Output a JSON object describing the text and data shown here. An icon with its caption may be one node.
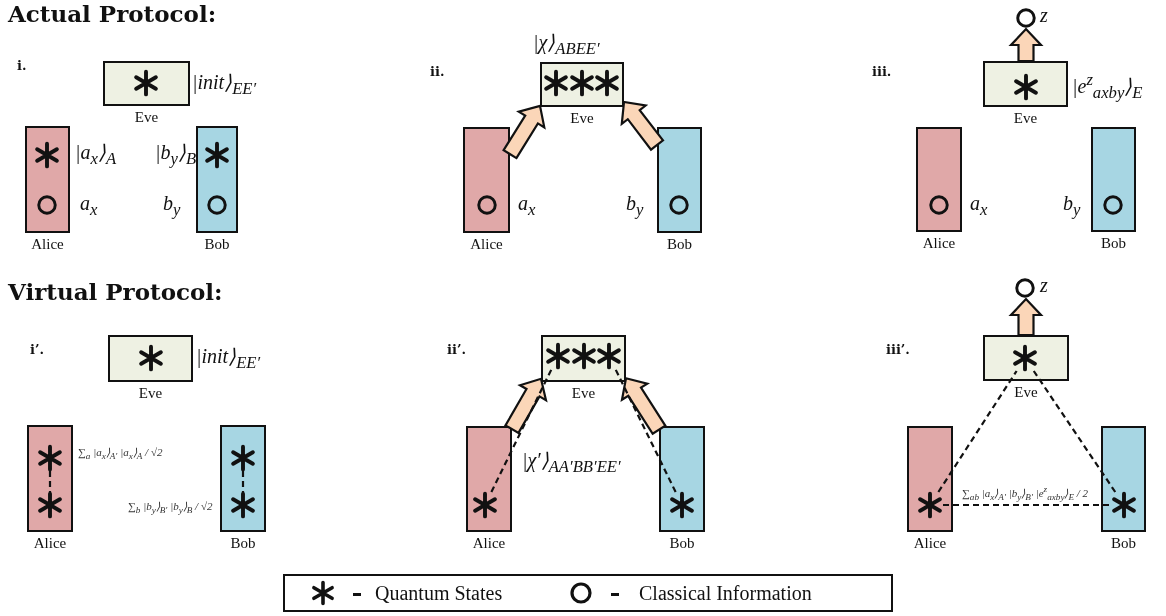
{
  "diagram": {
    "nodes": [
      {
        "text": [
          "Eve"
        ],
        "beside": [
          "|init⟩$_{EE′}$"
        ]
      },
      {
        "text": [],
        "shape": "asterisk",
        "in": 0
      },
      {
        "text": [
          "Alice"
        ]
      },
      {
        "text": [],
        "shape": "asterisk",
        "in": 2,
        "beside": [
          "|a$_{x}$⟩$_{A}$"
        ]
      },
      {
        "text": [],
        "shape": "circle",
        "in": 2,
        "beside": [
          "a$_{x}$"
        ]
      },
      {
        "text": [
          "Bob"
        ]
      },
      {
        "text": [],
        "shape": "asterisk",
        "in": 5,
        "beside": [
          "|b$_{y}$⟩$_{B}$"
        ]
      },
      {
        "text": [],
        "shape": "circle",
        "in": 5,
        "beside": [
          "b$_{y}$"
        ]
      },
      {
        "text": [
          "Eve"
        ],
        "beside": [
          "|χ⟩$_{ABEE′}$"
        ]
      },
      {
        "text": [],
        "shape": "asterisk",
        "in": 8
      },
      {
        "text": [],
        "shape": "asterisk",
        "in": 8
      },
      {
        "text": [],
        "shape": "asterisk",
        "in": 8
      },
      {
        "text": [
          "Alice"
        ]
      },
      {
        "text": [],
        "shape": "circle",
        "in": 12,
        "beside": [
          "a$_{x}$"
        ]
      },
      {
        "text": [
          "Bob"
        ]
      },
      {
        "text": [],
        "shape": "circle",
        "in": 14,
        "beside": [
          "b$_{y}$"
        ]
      },
      {
        "text": [],
        "shape": "circle",
        "beside": [
          "z"
        ]
      },
      {
        "text": [
          "Eve"
        ],
        "beside": [
          "|e$^{z}$$_{axby}$⟩$_{E}$"
        ]
      },
      {
        "text": [],
        "shape": "asterisk",
        "in": 17
      },
      {
        "text": [
          "Alice"
        ]
      },
      {
        "text": [],
        "shape": "circle",
        "in": 19,
        "beside": [
          "a$_{x}$"
        ]
      },
      {
        "text": [
          "Bob"
        ]
      },
      {
        "text": [],
        "shape": "circle",
        "in": 21,
        "beside": [
          "b$_{y}$"
        ]
      },
      {
        "text": [
          "Eve"
        ],
        "beside": [
          "|init⟩$_{EE′}$"
        ]
      },
      {
        "text": [],
        "shape": "asterisk",
        "in": 23
      },
      {
        "text": [
          "Alice"
        ]
      },
      {
        "text": [],
        "shape": "asterisk",
        "in": 25,
        "beside": [
          "∑$_{a}$ |a$_{x}$⟩$_{A′}$ |a$_{x}$⟩$_{A}$ / √2"
        ]
      },
      {
        "text": [],
        "shape": "asterisk",
        "in": 25
      },
      {
        "text": [
          "Bob"
        ]
      },
      {
        "text": [],
        "shape": "asterisk",
        "in": 28
      },
      {
        "text": [],
        "shape": "asterisk",
        "in": 28,
        "beside": [
          "∑$_{b}$ |b$_{y}$⟩$_{B′}$ |b$_{y}$⟩$_{B}$ / √2"
        ]
      },
      {
        "text": [
          "Eve"
        ]
      },
      {
        "text": [],
        "shape": "asterisk",
        "in": 31
      },
      {
        "text": [],
        "shape": "asterisk",
        "in": 31
      },
      {
        "text": [],
        "shape": "asterisk",
        "in": 31
      },
      {
        "text": [
          "Alice"
        ]
      },
      {
        "text": [],
        "shape": "asterisk",
        "in": 35
      },
      {
        "text": [
          "Bob"
        ]
      },
      {
        "text": [],
        "shape": "asterisk",
        "in": 37
      },
      {
        "text": [],
        "shape": "circle",
        "beside": [
          "z"
        ]
      },
      {
        "text": [
          "Eve"
        ]
      },
      {
        "text": [],
        "shape": "asterisk",
        "in": 40
      },
      {
        "text": [
          "Alice"
        ]
      },
      {
        "text": [],
        "shape": "asterisk",
        "in": 42
      },
      {
        "text": [
          "Bob"
        ]
      },
      {
        "text": [],
        "shape": "asterisk",
        "in": 44
      }
    ],
    "edges": [
      {
        "from": 12,
        "to": 8,
        "arrow": "to",
        "style": "thick",
        "color": "#fbd6b8"
      },
      {
        "from": 14,
        "to": 8,
        "arrow": "to",
        "style": "thick",
        "color": "#fbd6b8"
      },
      {
        "from": 17,
        "to": 16,
        "arrow": "to",
        "style": "thick",
        "color": "#fbd6b8"
      },
      {
        "from": 26,
        "to": 27,
        "arrow": "none",
        "style": "dashed"
      },
      {
        "from": 29,
        "to": 30,
        "arrow": "none",
        "style": "dashed"
      },
      {
        "from": 35,
        "to": 31,
        "arrow": "to",
        "style": "thick",
        "color": "#fbd6b8"
      },
      {
        "from": 37,
        "to": 31,
        "arrow": "to",
        "style": "thick",
        "color": "#fbd6b8"
      },
      {
        "from": 36,
        "to": 32,
        "arrow": "none",
        "style": "dashed"
      },
      {
        "from": 38,
        "to": 34,
        "arrow": "none",
        "style": "dashed"
      },
      {
        "from": 40,
        "to": 39,
        "arrow": "to",
        "style": "thick",
        "color": "#fbd6b8"
      },
      {
        "from": 43,
        "to": 41,
        "arrow": "none",
        "style": "dashed"
      },
      {
        "from": 45,
        "to": 41,
        "arrow": "none",
        "style": "dashed"
      },
      {
        "from": 43,
        "to": 45,
        "arrow": "none",
        "style": "dashed",
        "label": "∑$_{ab}$ |a$_{x}$⟩$_{A′}$ |b$_{y}$⟩$_{B′}$ |e$^{z}$$_{axby}$⟩$_{E}$ / 2"
      }
    ],
    "labels": [
      "Actual Protocol:",
      "i.",
      "ii.",
      "iii.",
      "Virtual Protocol:",
      "i’.",
      "ii’.",
      "iii’.",
      "|χ′⟩$_{AA′BB′EE′}$"
    ],
    "legend": [
      {
        "text": "Quantum States"
      },
      {
        "text": "Classical Information"
      }
    ]
  }
}
